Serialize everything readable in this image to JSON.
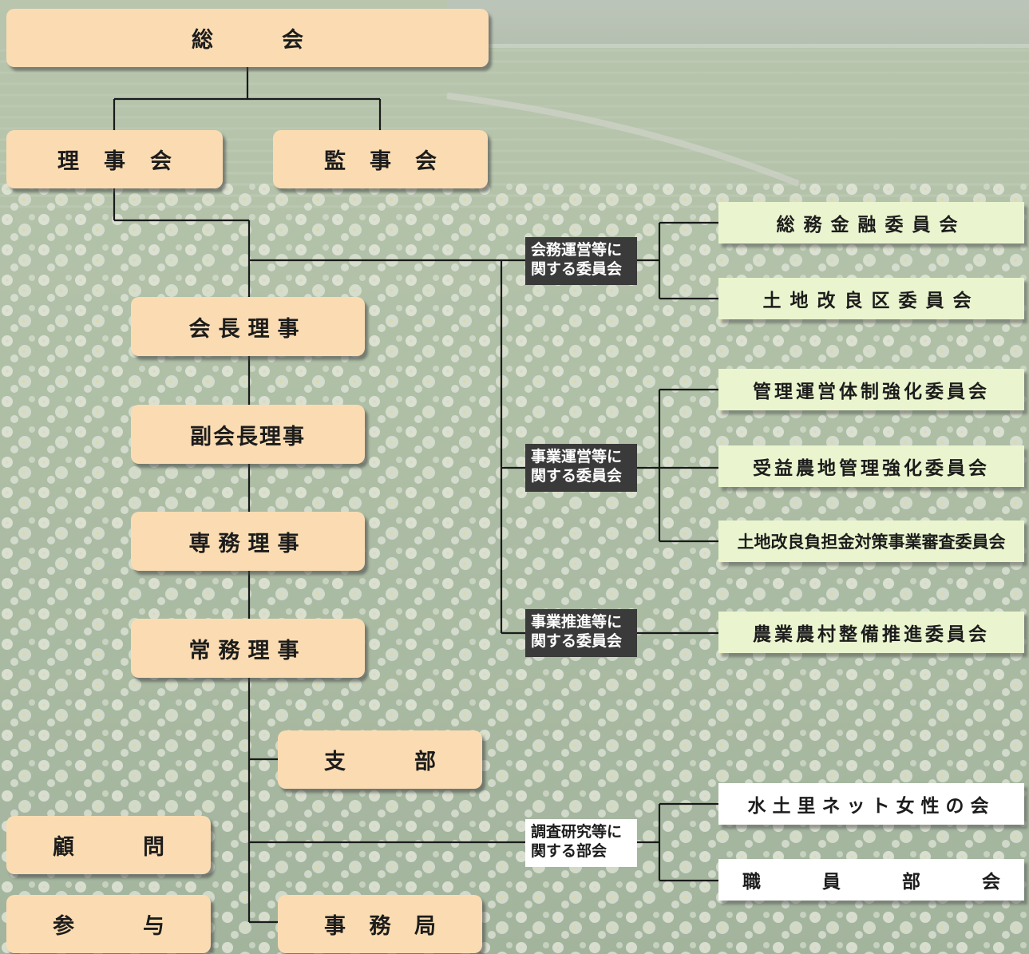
{
  "org": {
    "sokai": [
      "総",
      "会"
    ],
    "rijikai": [
      "理",
      "事",
      "会"
    ],
    "kanjikai": [
      "監",
      "事",
      "会"
    ],
    "kaicho": "会長理事",
    "fukukaicho": "副会長理事",
    "senmu": "専務理事",
    "jomu": "常務理事",
    "shibu": [
      "支",
      "部"
    ],
    "jimukyoku": [
      "事",
      "務",
      "局"
    ],
    "komon": [
      "顧",
      "問"
    ],
    "sanyo": [
      "参",
      "与"
    ]
  },
  "groups": {
    "g1": "会務運営等に\n関する委員会",
    "g2": "事業運営等に\n関する委員会",
    "g3": "事業推進等に\n関する委員会",
    "g4": "調査研究等に\n関する部会"
  },
  "committees": {
    "c1": "総務金融委員会",
    "c2": "土地改良区委員会",
    "c3": "管理運営体制強化委員会",
    "c4": "受益農地管理強化委員会",
    "c5": "土地改良負担金対策事業審査委員会",
    "c6": "農業農村整備推進委員会",
    "c7": "水土里ネット女性の会",
    "c8": [
      "職",
      "員",
      "部",
      "会"
    ]
  },
  "colors": {
    "org_box": "#fbdcb2",
    "committee_box": "#eaf5cf",
    "group_label": "#3a3a3a"
  }
}
